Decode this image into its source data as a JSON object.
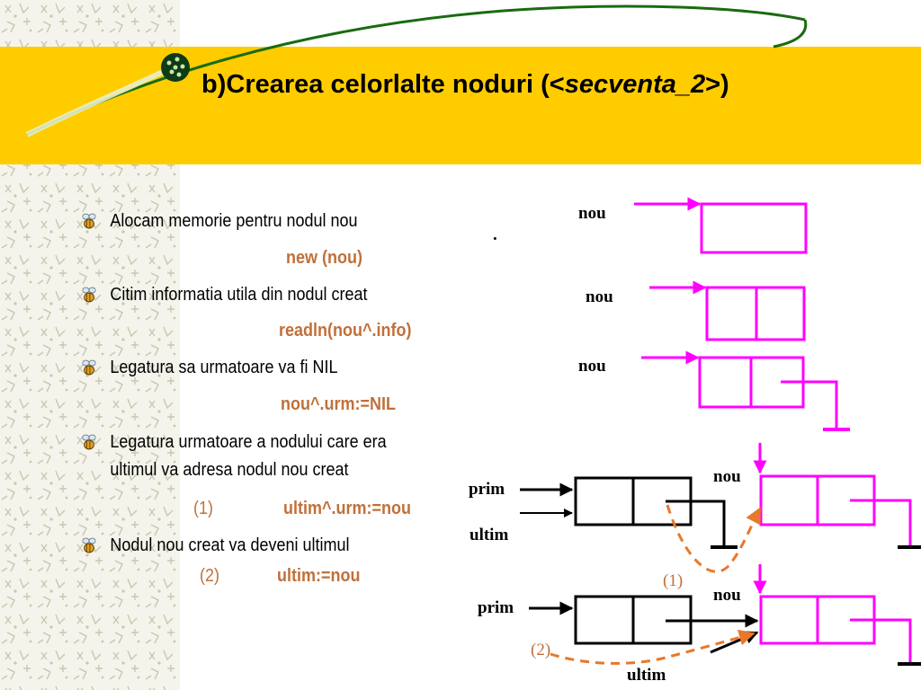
{
  "title": {
    "prefix": "b)Crearea celorlalte noduri (<",
    "italic": "secventa_2",
    "suffix": ">)"
  },
  "bullets": [
    {
      "text": "Alocam memorie pentru  nodul nou"
    },
    {
      "text": "Citim informatia utila din nodul creat"
    },
    {
      "text": "Legatura sa urmatoare va fi NIL"
    },
    {
      "text": "Legatura urmatoare a nodului care era",
      "text2": "ultimul va adresa nodul nou creat"
    },
    {
      "text": "Nodul nou creat va deveni ultimul"
    }
  ],
  "code": {
    "new": "new (nou)",
    "readln": "readln(nou^.info)",
    "nil": "nou^.urm:=NIL",
    "step1": "ultim^.urm:=nou",
    "step2": "ultim:=nou"
  },
  "steps": {
    "one": "(1)",
    "two": "(2)"
  },
  "diagram": {
    "nou": "nou",
    "prim": "prim",
    "ultim": "ultim",
    "dot": ".",
    "step1": "(1)",
    "step2": "(2)"
  },
  "colors": {
    "title_band": "#ffcc00",
    "node_stroke": "#ff00ff",
    "code_text": "#c0703a",
    "dashed_arrow": "#e8782a"
  }
}
